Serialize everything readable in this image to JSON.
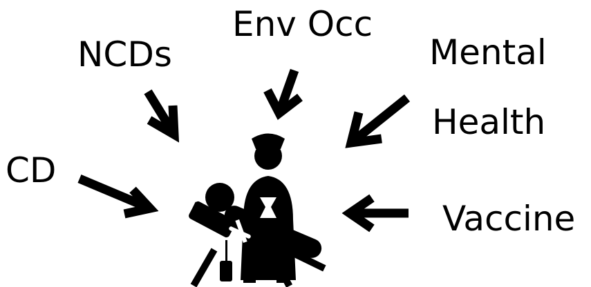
{
  "labels": {
    "env_occ": "Env Occ",
    "ncds": "NCDs",
    "mental": "Mental",
    "health": "Health",
    "cd": "CD",
    "vaccine": "Vaccine"
  },
  "colors": {
    "ink": "#000000",
    "background": "#ffffff"
  },
  "icons": {
    "center": "nurse-caring-for-patient-icon"
  }
}
